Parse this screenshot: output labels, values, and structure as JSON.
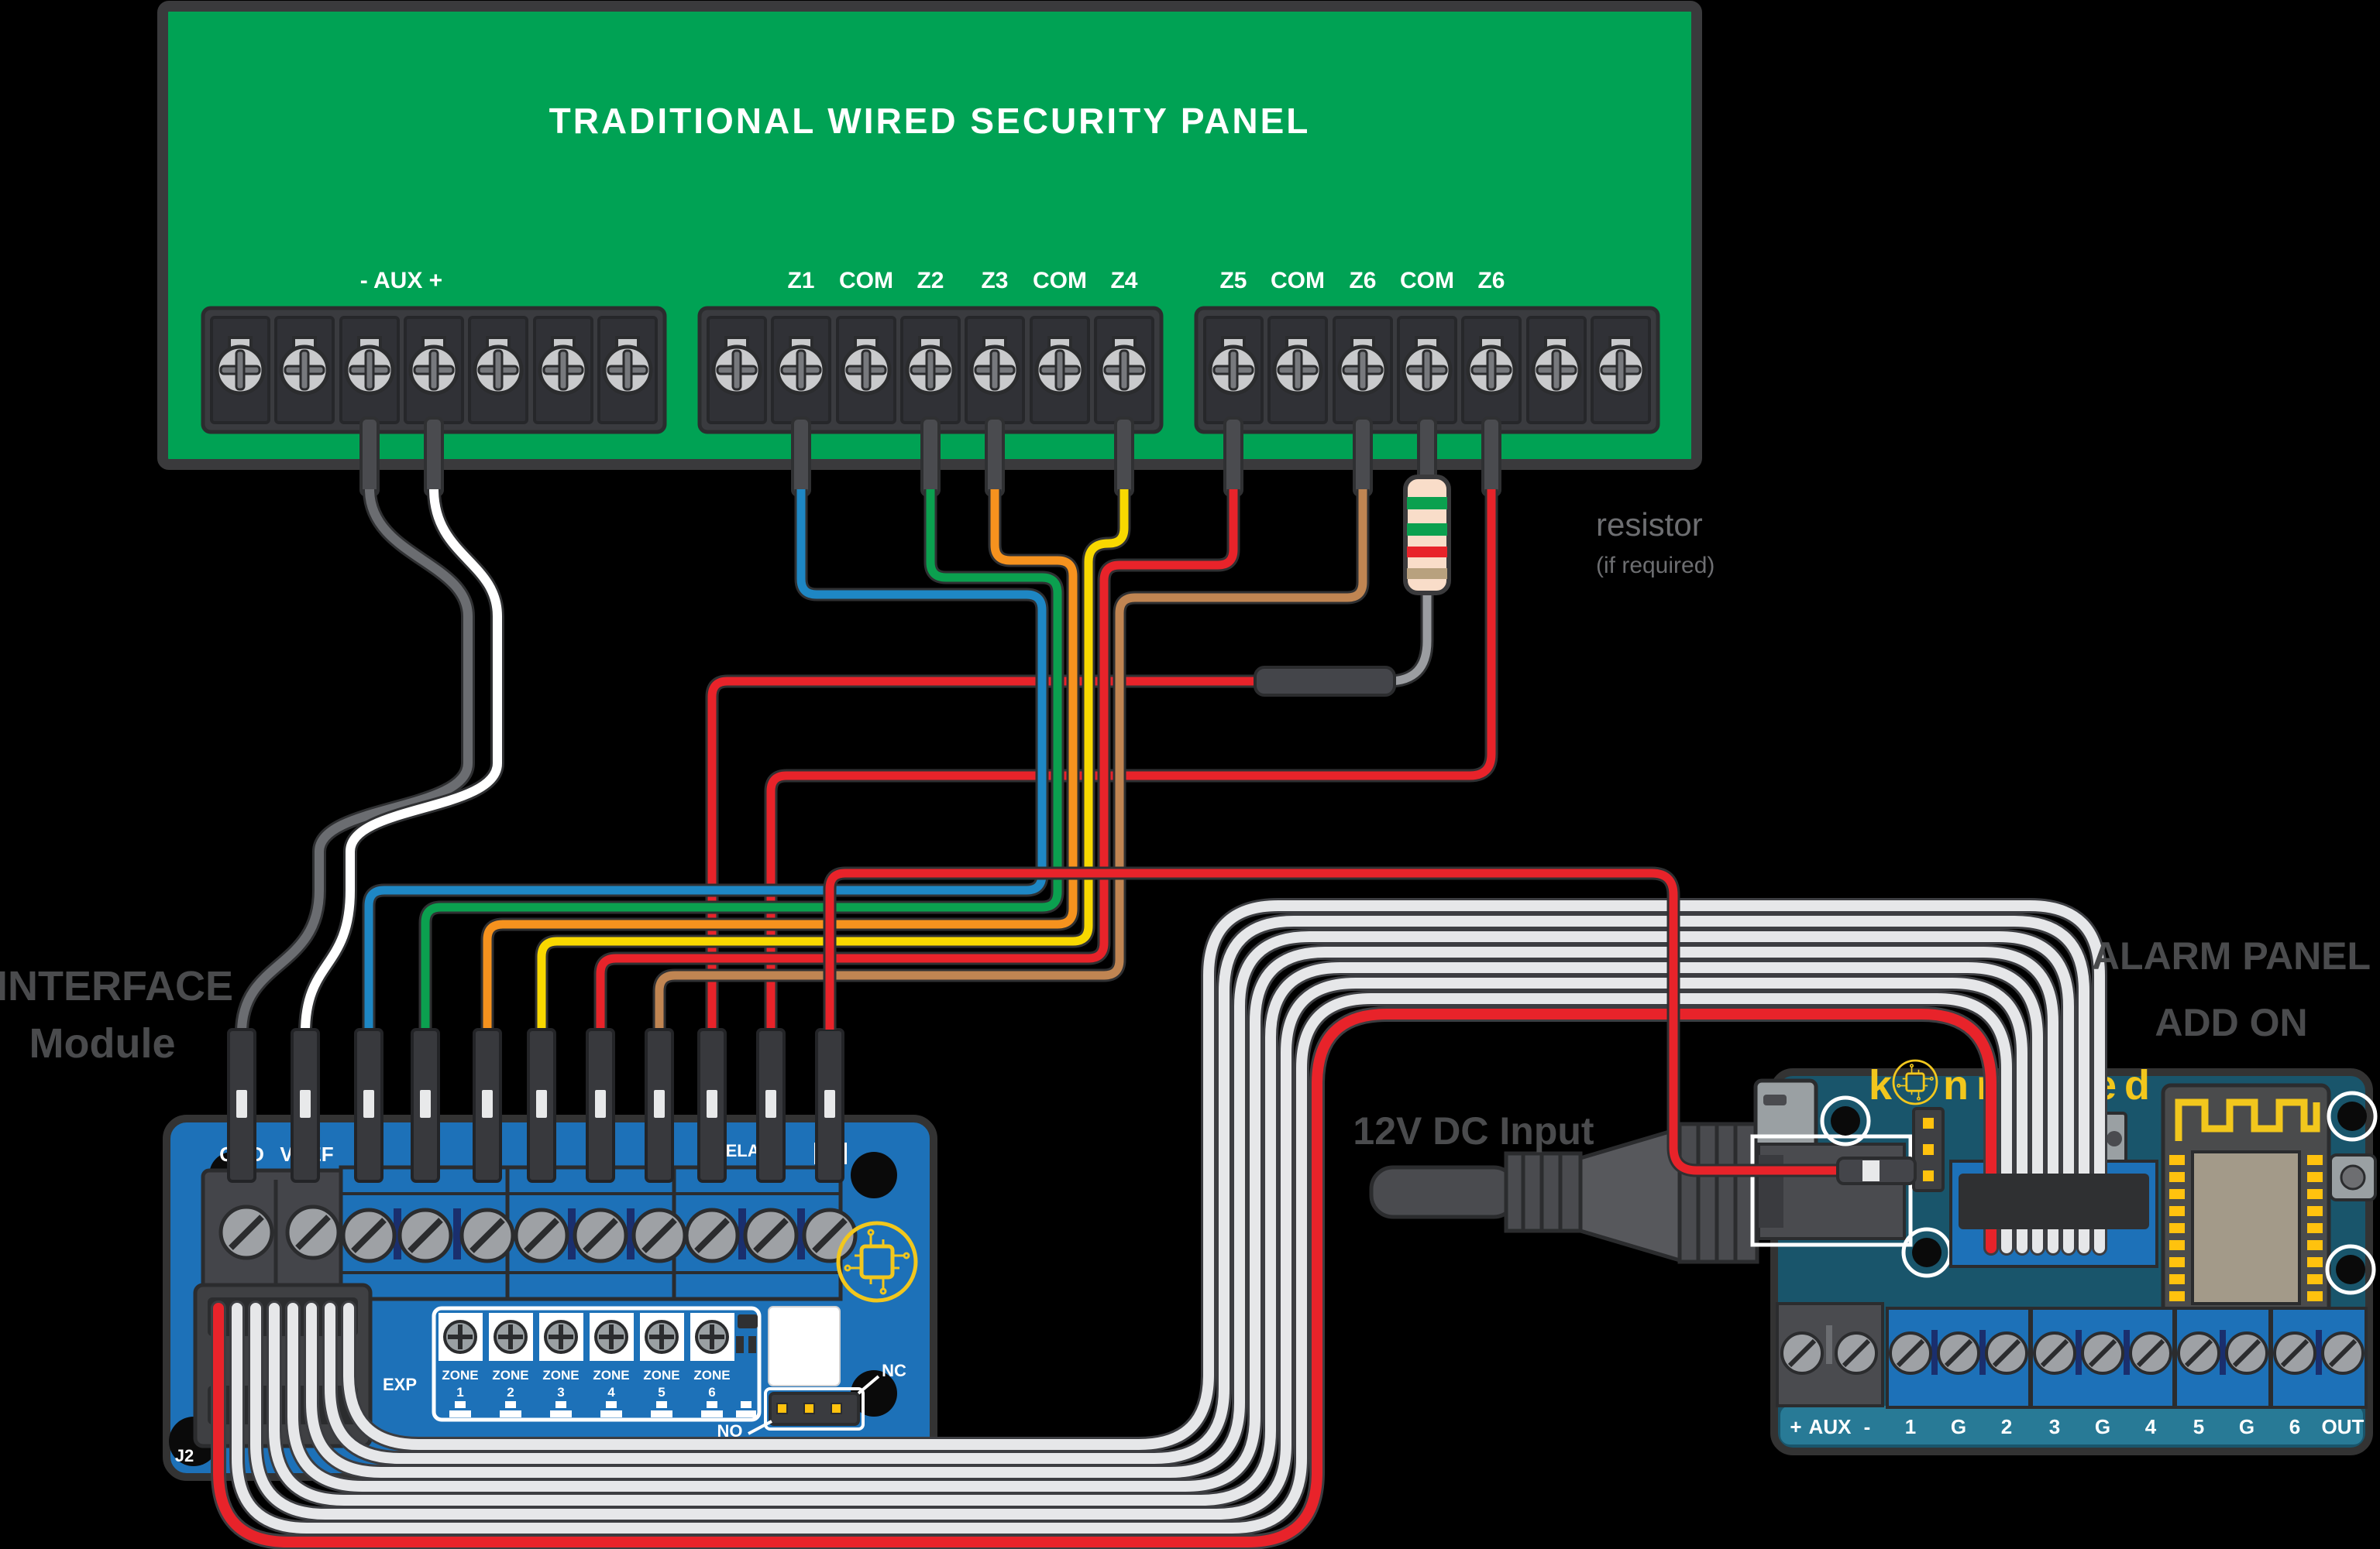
{
  "security_panel": {
    "title": "TRADITIONAL  WIRED  SECURITY PANEL",
    "aux_label": "- AUX +",
    "left_labels": [
      "Z1",
      "COM",
      "Z2",
      "Z3",
      "COM",
      "Z4"
    ],
    "right_labels": [
      "Z5",
      "COM",
      "Z6",
      "COM",
      "Z6"
    ]
  },
  "resistor": {
    "label": "resistor",
    "note": "(if required)"
  },
  "captions": {
    "interface1": "INTERFACE",
    "interface2": "Module",
    "addon1": "ALARM PANEL",
    "addon2": "ADD  ON",
    "power": "12V DC Input"
  },
  "interface_module": {
    "gnd": "GND",
    "vref": "VREF",
    "relay": "RELAY",
    "j2": "J2",
    "exp": "EXP",
    "nc": "NC",
    "no": "NO",
    "zones": [
      {
        "label": "ZONE",
        "num": "1"
      },
      {
        "label": "ZONE",
        "num": "2"
      },
      {
        "label": "ZONE",
        "num": "3"
      },
      {
        "label": "ZONE",
        "num": "4"
      },
      {
        "label": "ZONE",
        "num": "5"
      },
      {
        "label": "ZONE",
        "num": "6"
      }
    ]
  },
  "addon": {
    "brand_k": "k",
    "brand_rest": "nnected",
    "aux_labels": [
      "+",
      "AUX",
      "-"
    ],
    "terminal_labels": [
      "1",
      "G",
      "2",
      "3",
      "G",
      "4",
      "5",
      "G",
      "6",
      "OUT"
    ]
  },
  "wires": [
    {
      "from": "AUX -",
      "to": "GND",
      "color": "gray"
    },
    {
      "from": "AUX +",
      "to": "VREF",
      "color": "white"
    },
    {
      "from": "Z1",
      "to": "zone pin 1",
      "color": "blue"
    },
    {
      "from": "Z2",
      "to": "zone pin 2",
      "color": "green"
    },
    {
      "from": "Z3",
      "to": "zone pin 3",
      "color": "orange"
    },
    {
      "from": "Z4",
      "to": "zone pin 4",
      "color": "yellow"
    },
    {
      "from": "Z5",
      "to": "zone pin 5",
      "color": "red"
    },
    {
      "from": "Z6",
      "to": "zone pin 6",
      "color": "brown"
    },
    {
      "from": "COM",
      "to": "relay pin (via resistor)",
      "color": "red"
    },
    {
      "from": "Z6",
      "to": "relay pin",
      "color": "red"
    },
    {
      "from": "add-on 12V header",
      "to": "out pin",
      "color": "red"
    },
    {
      "from": "J2 EXP",
      "to": "alarm panel add-on",
      "color": "ribbon"
    }
  ],
  "colors": {
    "panel_green": "#00a254",
    "board_blue": "#1d71b8",
    "board_teal": "#19556b",
    "strip_teal": "#287a96",
    "accent_yellow": "#f2c71d",
    "wire_gray": "#6b6d71",
    "wire_white": "#ffffff",
    "wire_blue": "#1e87c4",
    "wire_green": "#0ba04f",
    "wire_orange": "#f6921e",
    "wire_yellow": "#f8d800",
    "wire_red": "#e8232a",
    "wire_brown": "#c08552",
    "wire_resgray": "#9b9da1",
    "ribbon_white": "#e6e7e9",
    "ribbon_red": "#e8232a"
  }
}
